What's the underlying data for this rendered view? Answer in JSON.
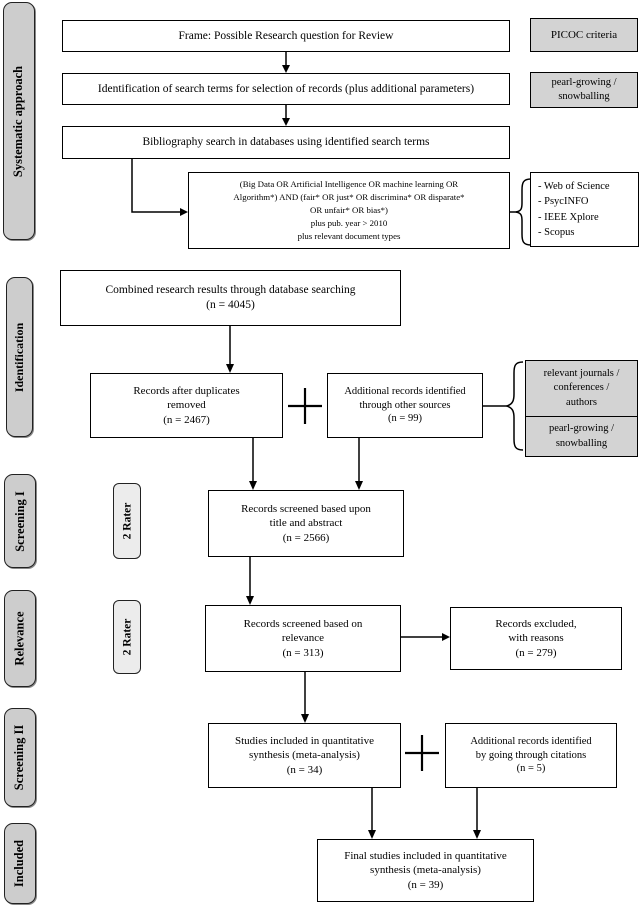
{
  "rail": {
    "systematic": "Systematic approach",
    "identification": "Identification",
    "screening1": "Screening I",
    "relevance": "Relevance",
    "screening2": "Screening II",
    "included": "Included"
  },
  "raters": {
    "rater1": "2 Rater",
    "rater2": "2 Rater"
  },
  "flow": {
    "frame": {
      "lines": [
        "Frame: Possible Research question for Review"
      ]
    },
    "terms": {
      "lines": [
        "Identification of search terms for selection of records (plus additional parameters)"
      ]
    },
    "biblio": {
      "lines": [
        "Bibliography search in databases using identified search terms"
      ]
    },
    "query": {
      "lines": [
        "(Big Data OR Artificial Intelligence OR machine learning OR",
        "Algorithm*) AND (fair* OR just* OR discrimina* OR disparate*",
        "OR unfair* OR bias*)",
        "plus pub. year > 2010",
        "plus relevant document types"
      ]
    },
    "combined": {
      "lines": [
        "Combined research results through database searching",
        "(n = 4045)"
      ]
    },
    "dedup": {
      "lines": [
        "Records after duplicates",
        "removed",
        "(n = 2467)"
      ]
    },
    "othersources": {
      "lines": [
        "Additional records identified",
        "through other sources",
        "(n = 99)"
      ]
    },
    "screen_title": {
      "lines": [
        "Records screened based upon",
        "title and abstract",
        "(n = 2566)"
      ]
    },
    "screen_rel": {
      "lines": [
        "Records screened based on",
        "relevance",
        "(n = 313)"
      ]
    },
    "excluded": {
      "lines": [
        "Records excluded,",
        "with reasons",
        "(n = 279)"
      ]
    },
    "quant": {
      "lines": [
        "Studies included in quantitative",
        "synthesis (meta-analysis)",
        "(n = 34)"
      ]
    },
    "citations": {
      "lines": [
        "Additional records identified",
        "by going through citations",
        "(n = 5)"
      ]
    },
    "final": {
      "lines": [
        "Final studies included in quantitative",
        "synthesis (meta-analysis)",
        "(n = 39)"
      ]
    }
  },
  "side": {
    "picoc": "PICOC criteria",
    "pearl1": {
      "lines": [
        "pearl-growing /",
        "snowballing"
      ]
    },
    "databases": {
      "items": [
        "- Web of Science",
        "- PsycINFO",
        "- IEEE Xplore",
        "- Scopus"
      ]
    },
    "journals": {
      "lines": [
        "relevant journals /",
        "conferences /",
        "authors"
      ]
    },
    "pearl2": {
      "lines": [
        "pearl-growing /",
        "snowballing"
      ]
    }
  },
  "symbols": {
    "plus": "+"
  },
  "colors": {
    "box_gray": "#d3d3d3",
    "rail_gray": "#cdcdcd",
    "rater_gray": "#ececec",
    "border": "#000000",
    "background": "#ffffff"
  }
}
